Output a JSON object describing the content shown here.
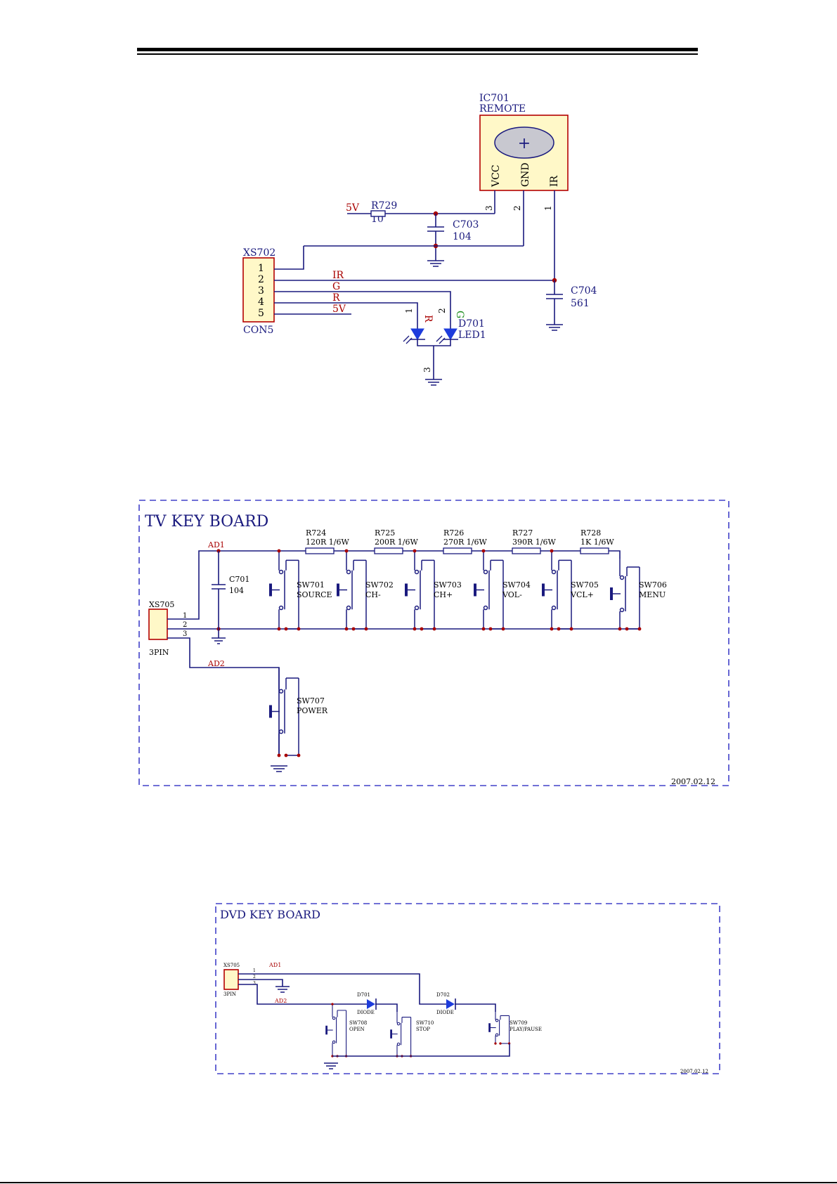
{
  "colors": {
    "wire": "#1a1a7e",
    "net_label": "#a80000",
    "component_box": "#fff8c8",
    "border_dash": "#4040c8",
    "led": "#1e3cdc"
  },
  "remote": {
    "ic_ref": "IC701",
    "ic_name": "REMOTE",
    "pin_vcc": "VCC",
    "pin_gnd": "GND",
    "pin_ir": "IR",
    "pin_num_3": "3",
    "pin_num_2": "2",
    "pin_num_1": "1",
    "supply": "5V",
    "r729_ref": "R729",
    "r729_val": "10",
    "c703_ref": "C703",
    "c703_val": "104",
    "c704_ref": "C704",
    "c704_val": "561",
    "xs702_ref": "XS702",
    "xs702_type": "CON5",
    "xs702_pins": [
      "1",
      "2",
      "3",
      "4",
      "5"
    ],
    "nets": [
      "IR",
      "G",
      "R",
      "5V"
    ],
    "d701_ref": "D701",
    "d701_name": "LED1",
    "led_r": "R",
    "led_g": "G",
    "led_pin1": "1",
    "led_pin2": "2",
    "led_pin3": "3"
  },
  "tv": {
    "title": "TV KEY BOARD",
    "ad1": "AD1",
    "ad2": "AD2",
    "xs705_ref": "XS705",
    "xs705_type": "3PIN",
    "pins": [
      "1",
      "2",
      "3"
    ],
    "c701_ref": "C701",
    "c701_val": "104",
    "resistors": [
      {
        "ref": "R724",
        "val": "120R 1/6W"
      },
      {
        "ref": "R725",
        "val": "200R 1/6W"
      },
      {
        "ref": "R726",
        "val": "270R 1/6W"
      },
      {
        "ref": "R727",
        "val": "390R 1/6W"
      },
      {
        "ref": "R728",
        "val": "1K 1/6W"
      }
    ],
    "switches": [
      {
        "ref": "SW701",
        "name": "SOURCE"
      },
      {
        "ref": "SW702",
        "name": "CH-"
      },
      {
        "ref": "SW703",
        "name": "CH+"
      },
      {
        "ref": "SW704",
        "name": "VOL-"
      },
      {
        "ref": "SW705",
        "name": "VCL+"
      },
      {
        "ref": "SW706",
        "name": "MENU"
      }
    ],
    "power_ref": "SW707",
    "power_name": "POWER",
    "date": "2007.02.12"
  },
  "dvd": {
    "title": "DVD KEY BOARD",
    "xs705_ref": "XS705",
    "xs705_type": "3PIN",
    "pins": [
      "1",
      "2",
      "3"
    ],
    "ad1": "AD1",
    "ad2": "AD2",
    "d701_ref": "D701",
    "d701_name": "DIODE",
    "d702_ref": "D702",
    "d702_name": "DIODE",
    "sw708_ref": "SW708",
    "sw708_name": "OPEN",
    "sw710_ref": "SW710",
    "sw710_name": "STOP",
    "sw709_ref": "SW709",
    "sw709_name": "PLAY/PAUSE",
    "date": "2007.02.12"
  }
}
